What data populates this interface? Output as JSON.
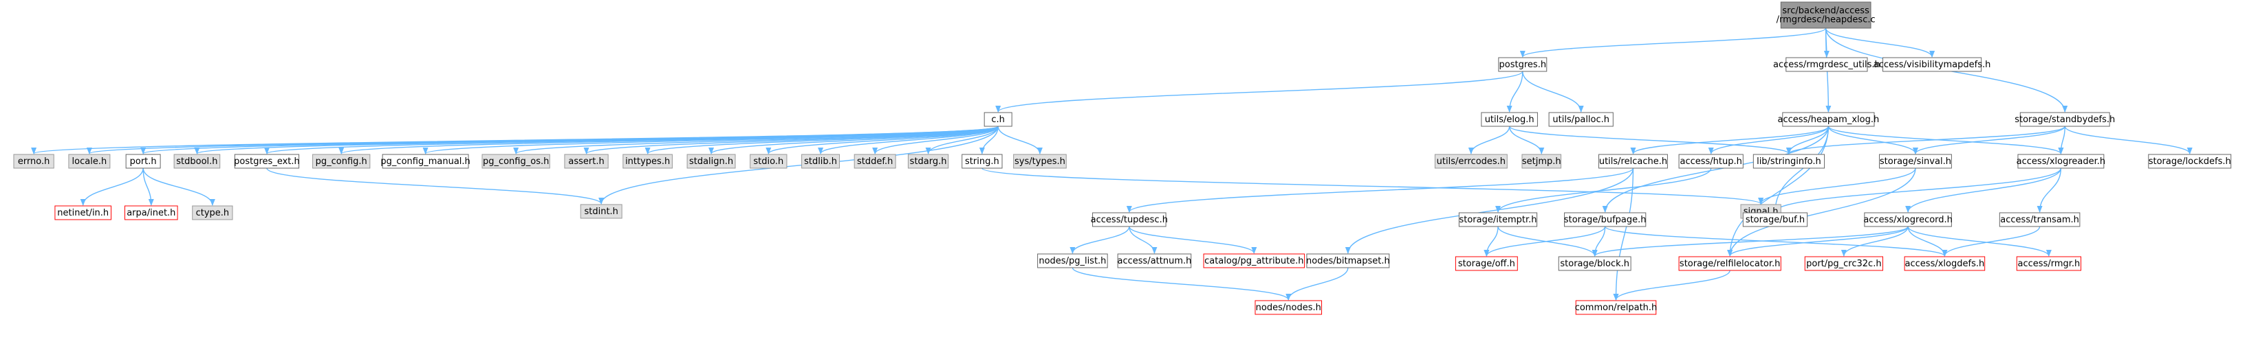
{
  "title": "src/backend/access/rmgrdesc/heapdesc.c",
  "colors": {
    "edge": "#63b8ff",
    "root_fill": "#999999",
    "root_border": "#666666",
    "node_fill": "#ffffff",
    "node_border": "#666666",
    "system_fill": "#e0e0e0",
    "system_border": "#999999",
    "missing_border": "#ff0000"
  },
  "nodes": [
    {
      "id": "root",
      "label": [
        "src/backend/access",
        "/rmgrdesc/heapdesc.c"
      ],
      "kind": "root"
    },
    {
      "id": "postgres_h",
      "label": [
        "postgres.h"
      ],
      "kind": "normal"
    },
    {
      "id": "rmgrdesc_utils_h",
      "label": [
        "access/rmgrdesc_utils.h"
      ],
      "kind": "normal"
    },
    {
      "id": "visibilitymapdefs_h",
      "label": [
        "access/visibilitymapdefs.h"
      ],
      "kind": "normal"
    },
    {
      "id": "c_h",
      "label": [
        "c.h"
      ],
      "kind": "normal"
    },
    {
      "id": "utils_elog_h",
      "label": [
        "utils/elog.h"
      ],
      "kind": "normal"
    },
    {
      "id": "utils_palloc_h",
      "label": [
        "utils/palloc.h"
      ],
      "kind": "normal"
    },
    {
      "id": "heapam_xlog_h",
      "label": [
        "access/heapam_xlog.h"
      ],
      "kind": "normal"
    },
    {
      "id": "standbydefs_h",
      "label": [
        "storage/standbydefs.h"
      ],
      "kind": "normal"
    },
    {
      "id": "errno_h",
      "label": [
        "errno.h"
      ],
      "kind": "system"
    },
    {
      "id": "locale_h",
      "label": [
        "locale.h"
      ],
      "kind": "system"
    },
    {
      "id": "port_h",
      "label": [
        "port.h"
      ],
      "kind": "normal"
    },
    {
      "id": "stdbool_h",
      "label": [
        "stdbool.h"
      ],
      "kind": "system"
    },
    {
      "id": "postgres_ext_h",
      "label": [
        "postgres_ext.h"
      ],
      "kind": "normal"
    },
    {
      "id": "pg_config_h",
      "label": [
        "pg_config.h"
      ],
      "kind": "system"
    },
    {
      "id": "pg_config_manual_h",
      "label": [
        "pg_config_manual.h"
      ],
      "kind": "normal"
    },
    {
      "id": "pg_config_os_h",
      "label": [
        "pg_config_os.h"
      ],
      "kind": "system"
    },
    {
      "id": "assert_h",
      "label": [
        "assert.h"
      ],
      "kind": "system"
    },
    {
      "id": "inttypes_h",
      "label": [
        "inttypes.h"
      ],
      "kind": "system"
    },
    {
      "id": "stdalign_h",
      "label": [
        "stdalign.h"
      ],
      "kind": "system"
    },
    {
      "id": "stdio_h",
      "label": [
        "stdio.h"
      ],
      "kind": "system"
    },
    {
      "id": "stdlib_h",
      "label": [
        "stdlib.h"
      ],
      "kind": "system"
    },
    {
      "id": "stddef_h",
      "label": [
        "stddef.h"
      ],
      "kind": "system"
    },
    {
      "id": "stdarg_h",
      "label": [
        "stdarg.h"
      ],
      "kind": "system"
    },
    {
      "id": "string_h",
      "label": [
        "string.h"
      ],
      "kind": "normal"
    },
    {
      "id": "sys_types_h",
      "label": [
        "sys/types.h"
      ],
      "kind": "system"
    },
    {
      "id": "utils_errcodes_h",
      "label": [
        "utils/errcodes.h"
      ],
      "kind": "system"
    },
    {
      "id": "setjmp_h",
      "label": [
        "setjmp.h"
      ],
      "kind": "system"
    },
    {
      "id": "utils_relcache_h",
      "label": [
        "utils/relcache.h"
      ],
      "kind": "normal"
    },
    {
      "id": "access_htup_h",
      "label": [
        "access/htup.h"
      ],
      "kind": "normal"
    },
    {
      "id": "lib_stringinfo_h",
      "label": [
        "lib/stringinfo.h"
      ],
      "kind": "normal"
    },
    {
      "id": "storage_sinval_h",
      "label": [
        "storage/sinval.h"
      ],
      "kind": "normal"
    },
    {
      "id": "access_xlogreader_h",
      "label": [
        "access/xlogreader.h"
      ],
      "kind": "normal"
    },
    {
      "id": "storage_lockdefs_h",
      "label": [
        "storage/lockdefs.h"
      ],
      "kind": "normal"
    },
    {
      "id": "netinet_in_h",
      "label": [
        "netinet/in.h"
      ],
      "kind": "missing"
    },
    {
      "id": "arpa_inet_h",
      "label": [
        "arpa/inet.h"
      ],
      "kind": "missing"
    },
    {
      "id": "ctype_h",
      "label": [
        "ctype.h"
      ],
      "kind": "system"
    },
    {
      "id": "stdint_h",
      "label": [
        "stdint.h"
      ],
      "kind": "system"
    },
    {
      "id": "signal_h",
      "label": [
        "signal.h"
      ],
      "kind": "system"
    },
    {
      "id": "access_tupdesc_h",
      "label": [
        "access/tupdesc.h"
      ],
      "kind": "normal"
    },
    {
      "id": "storage_itemptr_h",
      "label": [
        "storage/itemptr.h"
      ],
      "kind": "normal"
    },
    {
      "id": "storage_bufpage_h",
      "label": [
        "storage/bufpage.h"
      ],
      "kind": "normal"
    },
    {
      "id": "storage_buf_h",
      "label": [
        "storage/buf.h"
      ],
      "kind": "normal"
    },
    {
      "id": "access_xlogrecord_h",
      "label": [
        "access/xlogrecord.h"
      ],
      "kind": "normal"
    },
    {
      "id": "access_transam_h",
      "label": [
        "access/transam.h"
      ],
      "kind": "normal"
    },
    {
      "id": "nodes_pg_list_h",
      "label": [
        "nodes/pg_list.h"
      ],
      "kind": "normal"
    },
    {
      "id": "access_attnum_h",
      "label": [
        "access/attnum.h"
      ],
      "kind": "normal"
    },
    {
      "id": "catalog_pg_attribute_h",
      "label": [
        "catalog/pg_attribute.h"
      ],
      "kind": "missing"
    },
    {
      "id": "nodes_bitmapset_h",
      "label": [
        "nodes/bitmapset.h"
      ],
      "kind": "normal"
    },
    {
      "id": "storage_off_h",
      "label": [
        "storage/off.h"
      ],
      "kind": "missing"
    },
    {
      "id": "storage_block_h",
      "label": [
        "storage/block.h"
      ],
      "kind": "normal"
    },
    {
      "id": "storage_relfilelocator_h",
      "label": [
        "storage/relfilelocator.h"
      ],
      "kind": "missing"
    },
    {
      "id": "port_pg_crc32c_h",
      "label": [
        "port/pg_crc32c.h"
      ],
      "kind": "missing"
    },
    {
      "id": "access_xlogdefs_h",
      "label": [
        "access/xlogdefs.h"
      ],
      "kind": "missing"
    },
    {
      "id": "access_rmgr_h",
      "label": [
        "access/rmgr.h"
      ],
      "kind": "missing"
    },
    {
      "id": "nodes_nodes_h",
      "label": [
        "nodes/nodes.h"
      ],
      "kind": "missing"
    },
    {
      "id": "common_relpath_h",
      "label": [
        "common/relpath.h"
      ],
      "kind": "missing"
    }
  ],
  "edges": [
    [
      "root",
      "postgres_h"
    ],
    [
      "root",
      "rmgrdesc_utils_h"
    ],
    [
      "root",
      "visibilitymapdefs_h"
    ],
    [
      "root",
      "heapam_xlog_h"
    ],
    [
      "root",
      "standbydefs_h"
    ],
    [
      "postgres_h",
      "c_h"
    ],
    [
      "postgres_h",
      "utils_elog_h"
    ],
    [
      "postgres_h",
      "utils_palloc_h"
    ],
    [
      "c_h",
      "errno_h"
    ],
    [
      "c_h",
      "locale_h"
    ],
    [
      "c_h",
      "port_h"
    ],
    [
      "c_h",
      "stdbool_h"
    ],
    [
      "c_h",
      "postgres_ext_h"
    ],
    [
      "c_h",
      "pg_config_h"
    ],
    [
      "c_h",
      "pg_config_manual_h"
    ],
    [
      "c_h",
      "pg_config_os_h"
    ],
    [
      "c_h",
      "assert_h"
    ],
    [
      "c_h",
      "inttypes_h"
    ],
    [
      "c_h",
      "stdalign_h"
    ],
    [
      "c_h",
      "stdio_h"
    ],
    [
      "c_h",
      "stdlib_h"
    ],
    [
      "c_h",
      "stddef_h"
    ],
    [
      "c_h",
      "stdarg_h"
    ],
    [
      "c_h",
      "string_h"
    ],
    [
      "c_h",
      "sys_types_h"
    ],
    [
      "c_h",
      "stdint_h"
    ],
    [
      "port_h",
      "netinet_in_h"
    ],
    [
      "port_h",
      "arpa_inet_h"
    ],
    [
      "port_h",
      "ctype_h"
    ],
    [
      "postgres_ext_h",
      "stdint_h"
    ],
    [
      "string_h",
      "signal_h"
    ],
    [
      "utils_elog_h",
      "utils_errcodes_h"
    ],
    [
      "utils_elog_h",
      "setjmp_h"
    ],
    [
      "utils_elog_h",
      "lib_stringinfo_h"
    ],
    [
      "heapam_xlog_h",
      "utils_relcache_h"
    ],
    [
      "heapam_xlog_h",
      "access_htup_h"
    ],
    [
      "heapam_xlog_h",
      "lib_stringinfo_h"
    ],
    [
      "heapam_xlog_h",
      "storage_sinval_h"
    ],
    [
      "heapam_xlog_h",
      "access_xlogreader_h"
    ],
    [
      "heapam_xlog_h",
      "storage_bufpage_h"
    ],
    [
      "heapam_xlog_h",
      "storage_buf_h"
    ],
    [
      "heapam_xlog_h",
      "storage_relfilelocator_h"
    ],
    [
      "standbydefs_h",
      "lib_stringinfo_h"
    ],
    [
      "standbydefs_h",
      "storage_sinval_h"
    ],
    [
      "standbydefs_h",
      "access_xlogreader_h"
    ],
    [
      "standbydefs_h",
      "storage_lockdefs_h"
    ],
    [
      "utils_relcache_h",
      "access_tupdesc_h"
    ],
    [
      "utils_relcache_h",
      "nodes_bitmapset_h"
    ],
    [
      "utils_relcache_h",
      "common_relpath_h"
    ],
    [
      "access_htup_h",
      "storage_itemptr_h"
    ],
    [
      "storage_sinval_h",
      "signal_h"
    ],
    [
      "storage_sinval_h",
      "storage_relfilelocator_h"
    ],
    [
      "access_xlogreader_h",
      "storage_buf_h"
    ],
    [
      "access_xlogreader_h",
      "access_xlogrecord_h"
    ],
    [
      "access_xlogreader_h",
      "access_transam_h"
    ],
    [
      "access_tupdesc_h",
      "nodes_pg_list_h"
    ],
    [
      "access_tupdesc_h",
      "access_attnum_h"
    ],
    [
      "access_tupdesc_h",
      "catalog_pg_attribute_h"
    ],
    [
      "storage_itemptr_h",
      "storage_off_h"
    ],
    [
      "storage_itemptr_h",
      "storage_block_h"
    ],
    [
      "storage_bufpage_h",
      "storage_off_h"
    ],
    [
      "storage_bufpage_h",
      "storage_block_h"
    ],
    [
      "storage_bufpage_h",
      "access_xlogdefs_h"
    ],
    [
      "access_xlogrecord_h",
      "storage_block_h"
    ],
    [
      "access_xlogrecord_h",
      "storage_relfilelocator_h"
    ],
    [
      "access_xlogrecord_h",
      "port_pg_crc32c_h"
    ],
    [
      "access_xlogrecord_h",
      "access_xlogdefs_h"
    ],
    [
      "access_xlogrecord_h",
      "access_rmgr_h"
    ],
    [
      "access_transam_h",
      "access_xlogdefs_h"
    ],
    [
      "nodes_pg_list_h",
      "nodes_nodes_h"
    ],
    [
      "nodes_bitmapset_h",
      "nodes_nodes_h"
    ],
    [
      "storage_relfilelocator_h",
      "common_relpath_h"
    ]
  ]
}
